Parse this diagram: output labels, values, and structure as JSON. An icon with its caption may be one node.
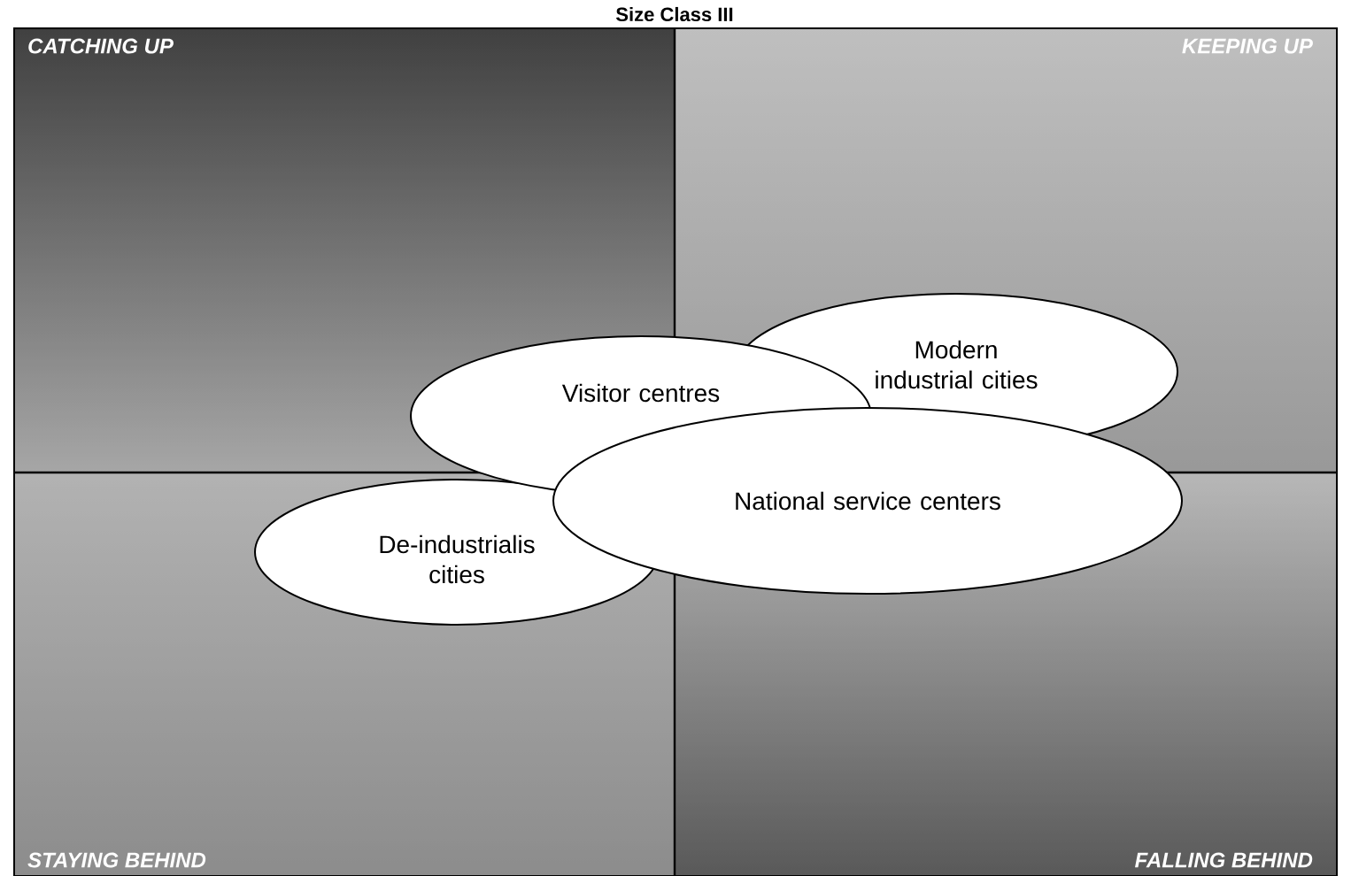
{
  "diagram": {
    "title": "Size Class III",
    "nodes": [
      {
        "text": [
          "Modern industrial cities"
        ]
      },
      {
        "text": [
          "Visitor centres"
        ]
      },
      {
        "text": [
          "De-industrialis cities"
        ]
      },
      {
        "text": [
          "National service centers"
        ]
      }
    ],
    "labels": [
      "CATCHING UP",
      "KEEPING UP",
      "STAYING BEHIND",
      "FALLING BEHIND"
    ]
  }
}
